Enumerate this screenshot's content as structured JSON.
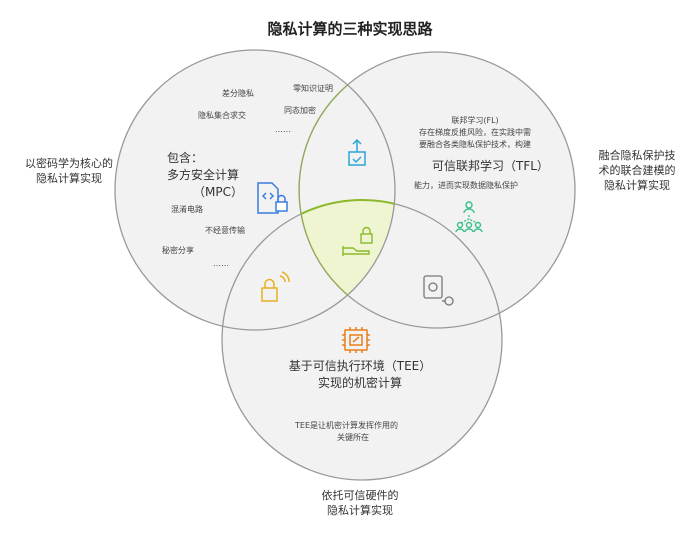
{
  "title": "隐私计算的三种实现思路",
  "left_label": [
    "以密码学为核心的",
    "隐私计算实现"
  ],
  "right_label": [
    "融合隐私保护技",
    "术的联合建模的",
    "隐私计算实现"
  ],
  "bottom_label": [
    "依托可信硬件的",
    "隐私计算实现"
  ],
  "mpc": {
    "heading": [
      "包含：",
      "多方安全计算",
      "（MPC）"
    ],
    "items": [
      "差分隐私",
      "零知识证明",
      "隐私集合求交",
      "同态加密",
      "……",
      "混淆电路",
      "不经意传输",
      "秘密分享",
      "……"
    ]
  },
  "tfl": {
    "lines": [
      "联邦学习(FL)",
      "存在梯度反推风险，在实践中需",
      "要融合各类隐私保护技术，构建"
    ],
    "heading": "可信联邦学习（TFL）",
    "tail": "能力，进而实现数据隐私保护"
  },
  "tee": {
    "heading": [
      "基于可信执行环境（TEE）",
      "实现的机密计算"
    ],
    "note": [
      "TEE是让机密计算发挥作用的",
      "关键所在"
    ]
  },
  "colors": {
    "center": "#eef5d0",
    "circle": "#f2f2f2",
    "stroke": "#999999",
    "center_stroke": "#8bbb2a"
  }
}
